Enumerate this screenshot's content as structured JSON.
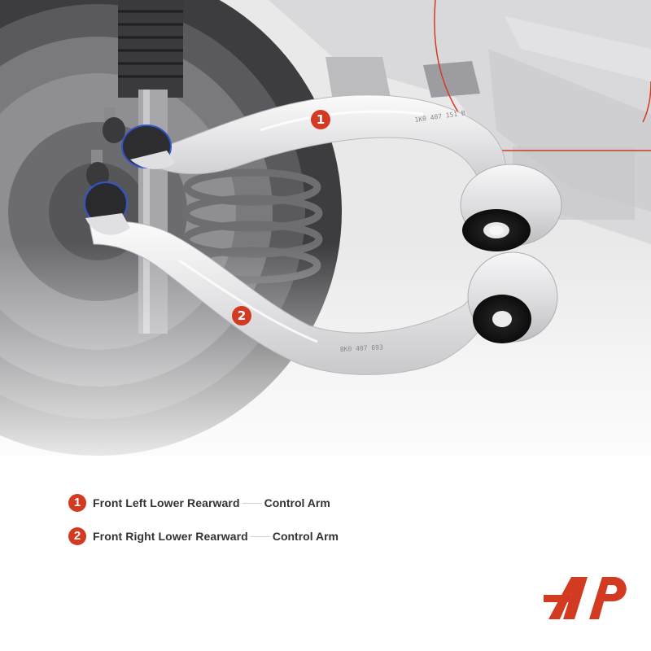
{
  "accent_color": "#d33a22",
  "photo": {
    "marker_1": "1",
    "marker_2": "2",
    "part_number_1": "1K0 407 151 B",
    "part_number_2": "8K0 407 693"
  },
  "legend": {
    "items": [
      {
        "number": "1",
        "name": "Front Left Lower Rearward",
        "suffix": "Control Arm"
      },
      {
        "number": "2",
        "name": "Front Right Lower Rearward",
        "suffix": "Control Arm"
      }
    ]
  },
  "brand": {
    "logo_icon": "a-premium-logo-icon"
  }
}
